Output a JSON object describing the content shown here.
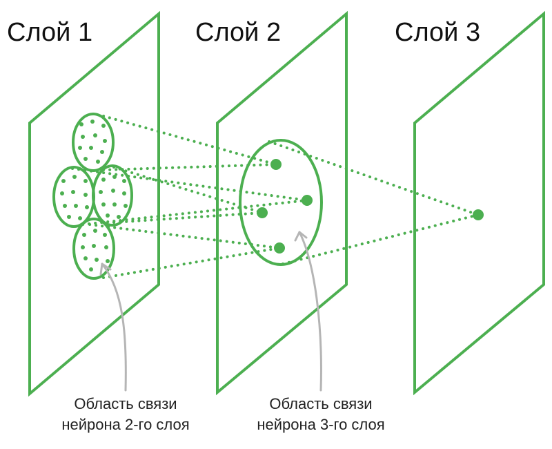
{
  "layers": [
    {
      "title": "Слой 1"
    },
    {
      "title": "Слой 2"
    },
    {
      "title": "Слой 3"
    }
  ],
  "captions": [
    {
      "line1": "Область связи",
      "line2": "нейрона 2-го слоя"
    },
    {
      "line1": "Область связи",
      "line2": "нейрона 3-го слоя"
    }
  ],
  "colors": {
    "accent": "#4caf50",
    "arrow": "#b5b5b5",
    "text": "#111111"
  }
}
